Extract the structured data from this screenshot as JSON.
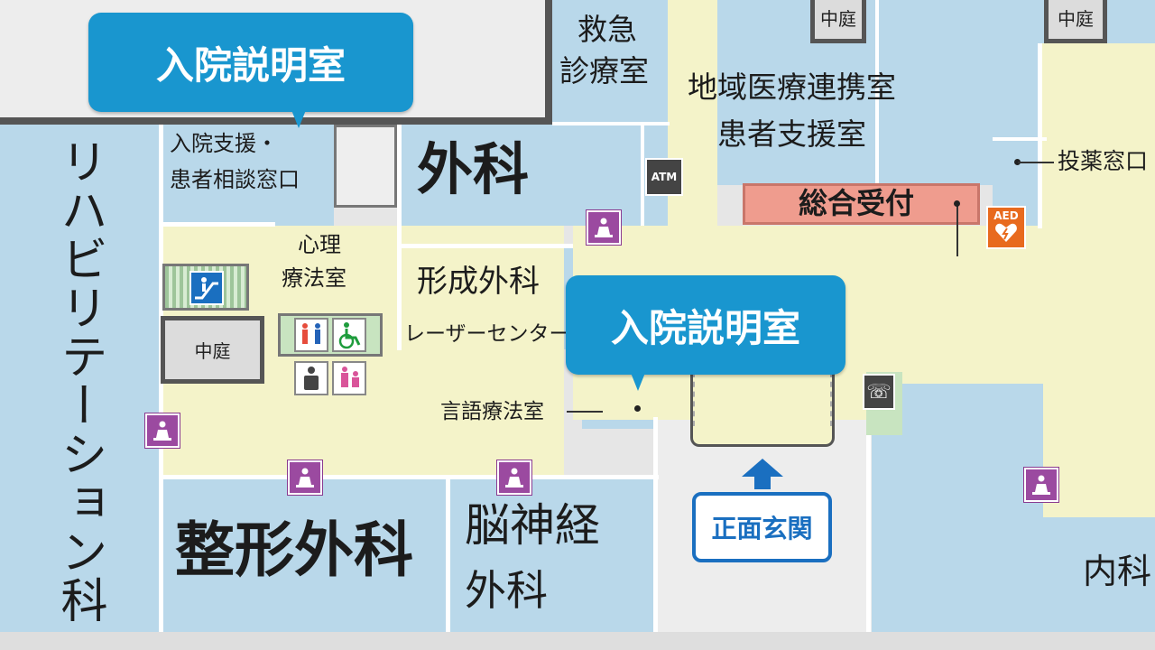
{
  "labels": {
    "nyuin_setsumei_1": "入院説明室",
    "nyuin_setsumei_2": "入院説明室",
    "kyukyu_line1": "救急",
    "kyukyu_line2": "診療室",
    "chiiki_iryo": "地域医療連携室",
    "kanja_shien": "患者支援室",
    "nakaniwa_top_1": "中庭",
    "nakaniwa_top_2": "中庭",
    "nakaniwa_mid": "中庭",
    "toyaku": "投薬窓口",
    "sogo_uketsuke": "総合受付",
    "geka": "外科",
    "nyuin_shien_line1": "入院支援・",
    "nyuin_shien_line2": "患者相談窓口",
    "rehab": "リハビリテーション科",
    "shinri_line1": "心理",
    "shinri_line2": "療法室",
    "keisei_geka": "形成外科",
    "laser": "レーザーセンター",
    "gengo": "言語療法室",
    "seikei_geka": "整形外科",
    "noushinkei_line1": "脳神経",
    "noushinkei_line2": "外科",
    "shomen_genkan": "正面玄関",
    "naika": "内科",
    "atm": "ATM",
    "aed": "AED"
  },
  "icons": {
    "elevator": "elevator-icon",
    "escalator": "escalator-icon",
    "restroom": "restroom-icon",
    "wheelchair": "wheelchair-icon",
    "baby": "baby-room-icon",
    "mother_child": "nursing-room-icon",
    "phone": "phone-icon",
    "aed": "aed-icon",
    "atm": "atm-icon",
    "entrance_arrow": "arrow-up-icon"
  },
  "colors": {
    "room": "#b9d8ea",
    "corridor": "#f4f3c9",
    "reception": "#ef9c8e",
    "callout": "#1996cf",
    "elevator": "#9b4aa0",
    "entrance": "#1a6fc0",
    "aed": "#e86a1e"
  }
}
